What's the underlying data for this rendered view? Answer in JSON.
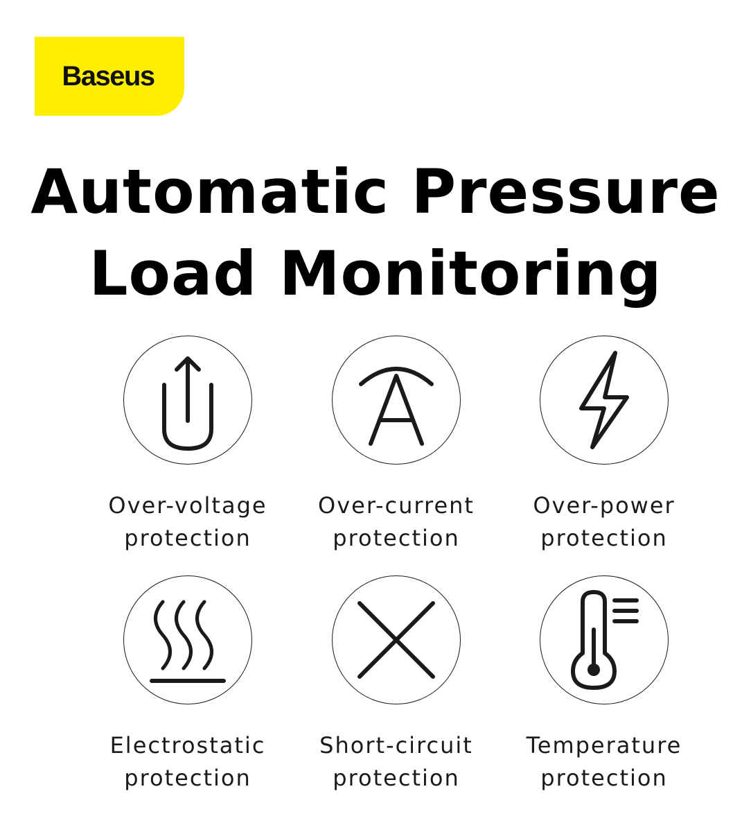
{
  "brand": {
    "logo_text": "Baseus",
    "logo_color": "#ffee00"
  },
  "headline": {
    "line1": "Automatic Pressure",
    "line2": "Load Monitoring"
  },
  "features": [
    {
      "icon": "over-voltage-icon",
      "line1": "Over-voltage",
      "line2": "protection"
    },
    {
      "icon": "ampere-icon",
      "line1": "Over-current",
      "line2": "protection"
    },
    {
      "icon": "lightning-bolt-icon",
      "line1": "Over-power",
      "line2": "protection"
    },
    {
      "icon": "heat-waves-icon",
      "line1": "Electrostatic",
      "line2": "protection"
    },
    {
      "icon": "cross-icon",
      "line1": "Short-circuit",
      "line2": "protection"
    },
    {
      "icon": "thermometer-icon",
      "line1": "Temperature",
      "line2": "protection"
    }
  ]
}
